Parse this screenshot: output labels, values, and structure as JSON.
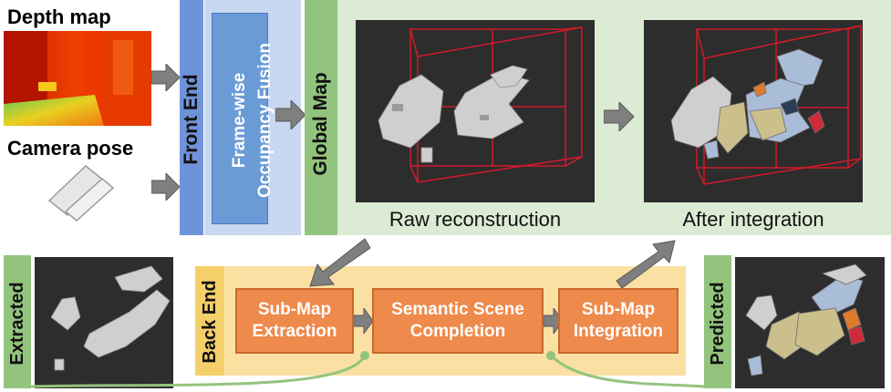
{
  "inputs": {
    "depth_map_label": "Depth map",
    "camera_pose_label": "Camera pose"
  },
  "front_end": {
    "label": "Front End",
    "fusion_line1": "Frame-wise",
    "fusion_line2": "Occupancy Fusion"
  },
  "global_map": {
    "label": "Global Map",
    "raw_caption": "Raw reconstruction",
    "after_caption": "After integration"
  },
  "back_end": {
    "label": "Back End",
    "steps": [
      {
        "line1": "Sub-Map",
        "line2": "Extraction"
      },
      {
        "line1": "Semantic Scene",
        "line2": "Completion"
      },
      {
        "line1": "Sub-Map",
        "line2": "Integration"
      }
    ]
  },
  "side_labels": {
    "extracted": "Extracted",
    "predicted": "Predicted"
  },
  "colors": {
    "front_end_blue": "#6f93d8",
    "fusion_blue": "#6a9bd6",
    "fusion_bg": "#c9d8f1",
    "green_label": "#93c47d",
    "green_bg": "#dcebd3",
    "back_end_bg": "#fbe0a3",
    "orange_box": "#ee8a4c",
    "arrow_gray": "#7f7f7f"
  }
}
